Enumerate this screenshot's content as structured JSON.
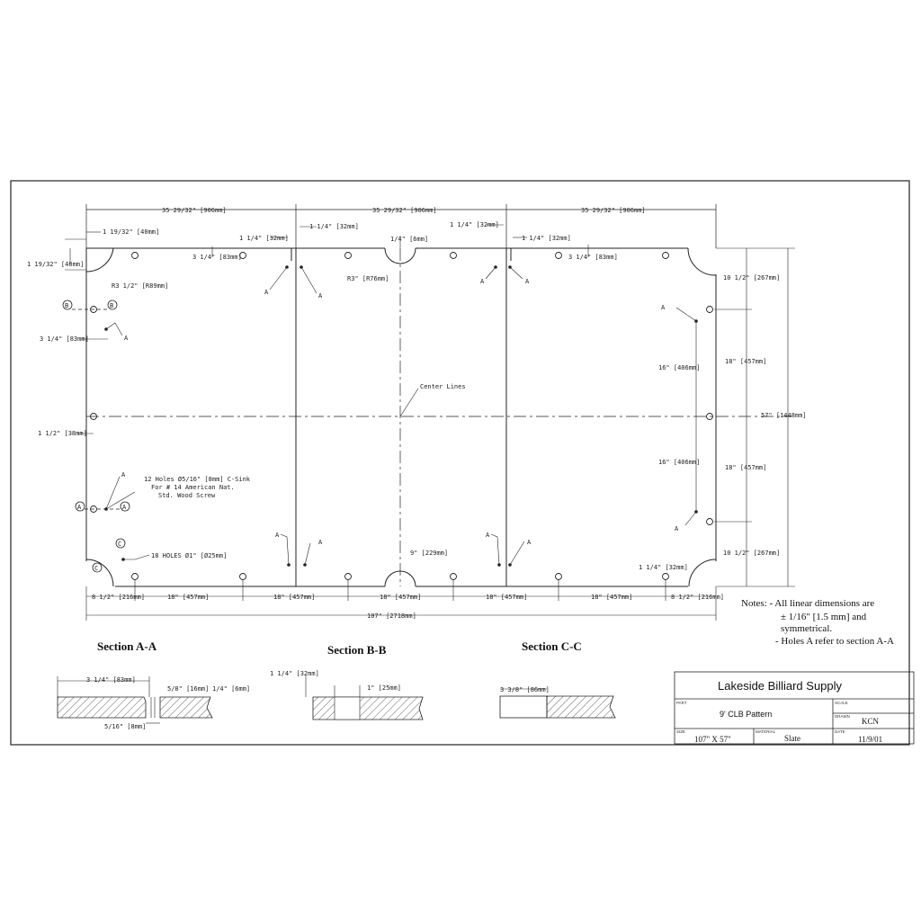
{
  "top_dims": [
    "35 29/32\" [906mm]",
    "35 29/32\" [906mm]",
    "35 29/32\" [906mm]"
  ],
  "bottom_dims": [
    "8 1/2\" [216mm]",
    "18\" [457mm]",
    "18\" [457mm]",
    "18\" [457mm]",
    "18\" [457mm]",
    "18\" [457mm]",
    "8 1/2\" [216mm]"
  ],
  "overall_length": "107\" [2718mm]",
  "overall_width": "57\" [1448mm]",
  "right_dims": [
    "10 1/2\" [267mm]",
    "18\" [457mm]",
    "18\" [457mm]",
    "10 1/2\" [267mm]"
  ],
  "right_inner_dims": [
    "16\" [406mm]",
    "16\" [406mm]"
  ],
  "labels": {
    "center_lines": "Center Lines",
    "holes_12_line1": "12 Holes Ø5/16\" [8mm] C-Sink",
    "holes_12_line2": "For # 14 American Nat.",
    "holes_12_line3": "Std. Wood Screw",
    "holes_18": "18 HOLES Ø1\" [Ø25mm]",
    "r3": "R3\" [R76mm]",
    "r3_half": "R3 1/2\" [R89mm]",
    "side_dim_1": "1 19/32\" [40mm]",
    "side_dim_2": "1 19/32\" [40mm]",
    "side_dim_3": "3 1/4\" [83mm]",
    "side_dim_4": "1 1/2\" [38mm]",
    "dim_32a": "1 1/4\" [32mm]",
    "dim_32b": "1 1/4\" [32mm]",
    "dim_32c": "1 1/4\" [32mm]",
    "dim_32d": "1 1/4\" [32mm]",
    "dim_32e": "1 1/4\" [32mm]",
    "dim_83a": "3 1/4\" [83mm]",
    "dim_83b": "3 1/4\" [83mm]",
    "dim_6": "1/4\" [6mm]",
    "dim_229": "9\" [229mm]",
    "letter_a": "A",
    "letter_b": "B",
    "letter_c": "C"
  },
  "notes": [
    "Notes: - All linear dimensions are",
    "± 1/16\" [1.5 mm] and",
    "symmetrical.",
    "- Holes A refer to section A-A"
  ],
  "sections": {
    "aa": {
      "title": "Section A-A",
      "d1": "3 1/4\" [83mm]",
      "d2": "5/8\" [16mm]",
      "d3": "1/4\" [6mm]",
      "d4": "5/16\" [8mm]"
    },
    "bb": {
      "title": "Section B-B",
      "d1": "1 1/4\" [32mm]",
      "d2": "1\" [25mm]"
    },
    "cc": {
      "title": "Section C-C",
      "d1": "3 3/8\" [86mm]"
    }
  },
  "title_block": {
    "company": "Lakeside Billiard Supply",
    "part_label": "PART",
    "part": "9' CLB Pattern",
    "scale_label": "SCALE",
    "drawn_label": "DRAWN",
    "drawn": "KCN",
    "size_label": "SIZE",
    "size": "107\" X 57\"",
    "material_label": "MATERIAL",
    "material": "Slate",
    "date_label": "DATE",
    "date": "11/9/01"
  }
}
